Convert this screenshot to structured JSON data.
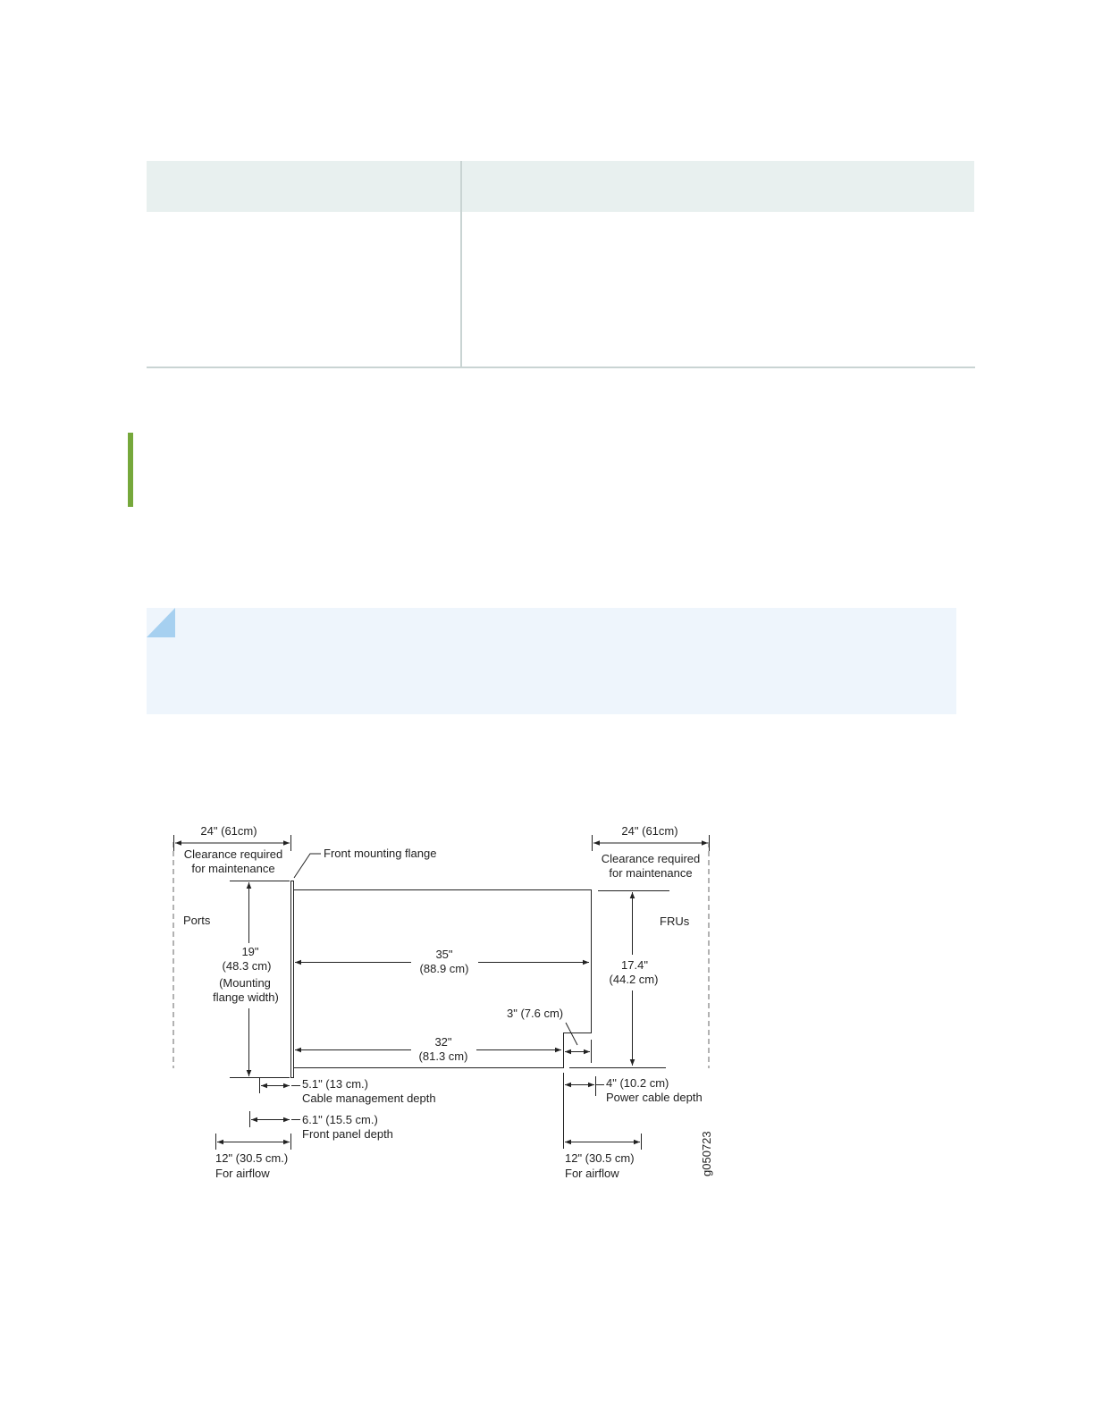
{
  "figure": {
    "left_clearance": {
      "dimension": "24\" (61cm)",
      "line1": "Clearance required",
      "line2": "for maintenance"
    },
    "right_clearance": {
      "dimension": "24\" (61cm)",
      "line1": "Clearance required",
      "line2": "for maintenance"
    },
    "front_mounting_flange": "Front mounting flange",
    "ports": "Ports",
    "frus": "FRUs",
    "flange_height": {
      "inches": "19\"",
      "cm": "(48.3 cm)",
      "note1": "(Mounting",
      "note2": "flange width)"
    },
    "depth_35": {
      "inches": "35\"",
      "cm": "(88.9 cm)"
    },
    "depth_32": {
      "inches": "32\"",
      "cm": "(81.3 cm)"
    },
    "height_17": {
      "inches": "17.4\"",
      "cm": "(44.2 cm)"
    },
    "step_3": "3\" (7.6 cm)",
    "cable_management": {
      "value": "5.1\" (13 cm.)",
      "label": "Cable management depth"
    },
    "front_panel": {
      "value": "6.1\" (15.5 cm.)",
      "label": "Front panel depth"
    },
    "power_cable": {
      "value": "4\" (10.2 cm)",
      "label": "Power cable depth"
    },
    "airflow_left": {
      "value": "12\" (30.5 cm.)",
      "label": "For airflow"
    },
    "airflow_right": {
      "value": "12\" (30.5 cm)",
      "label": "For airflow"
    },
    "figure_id": "g050723"
  }
}
